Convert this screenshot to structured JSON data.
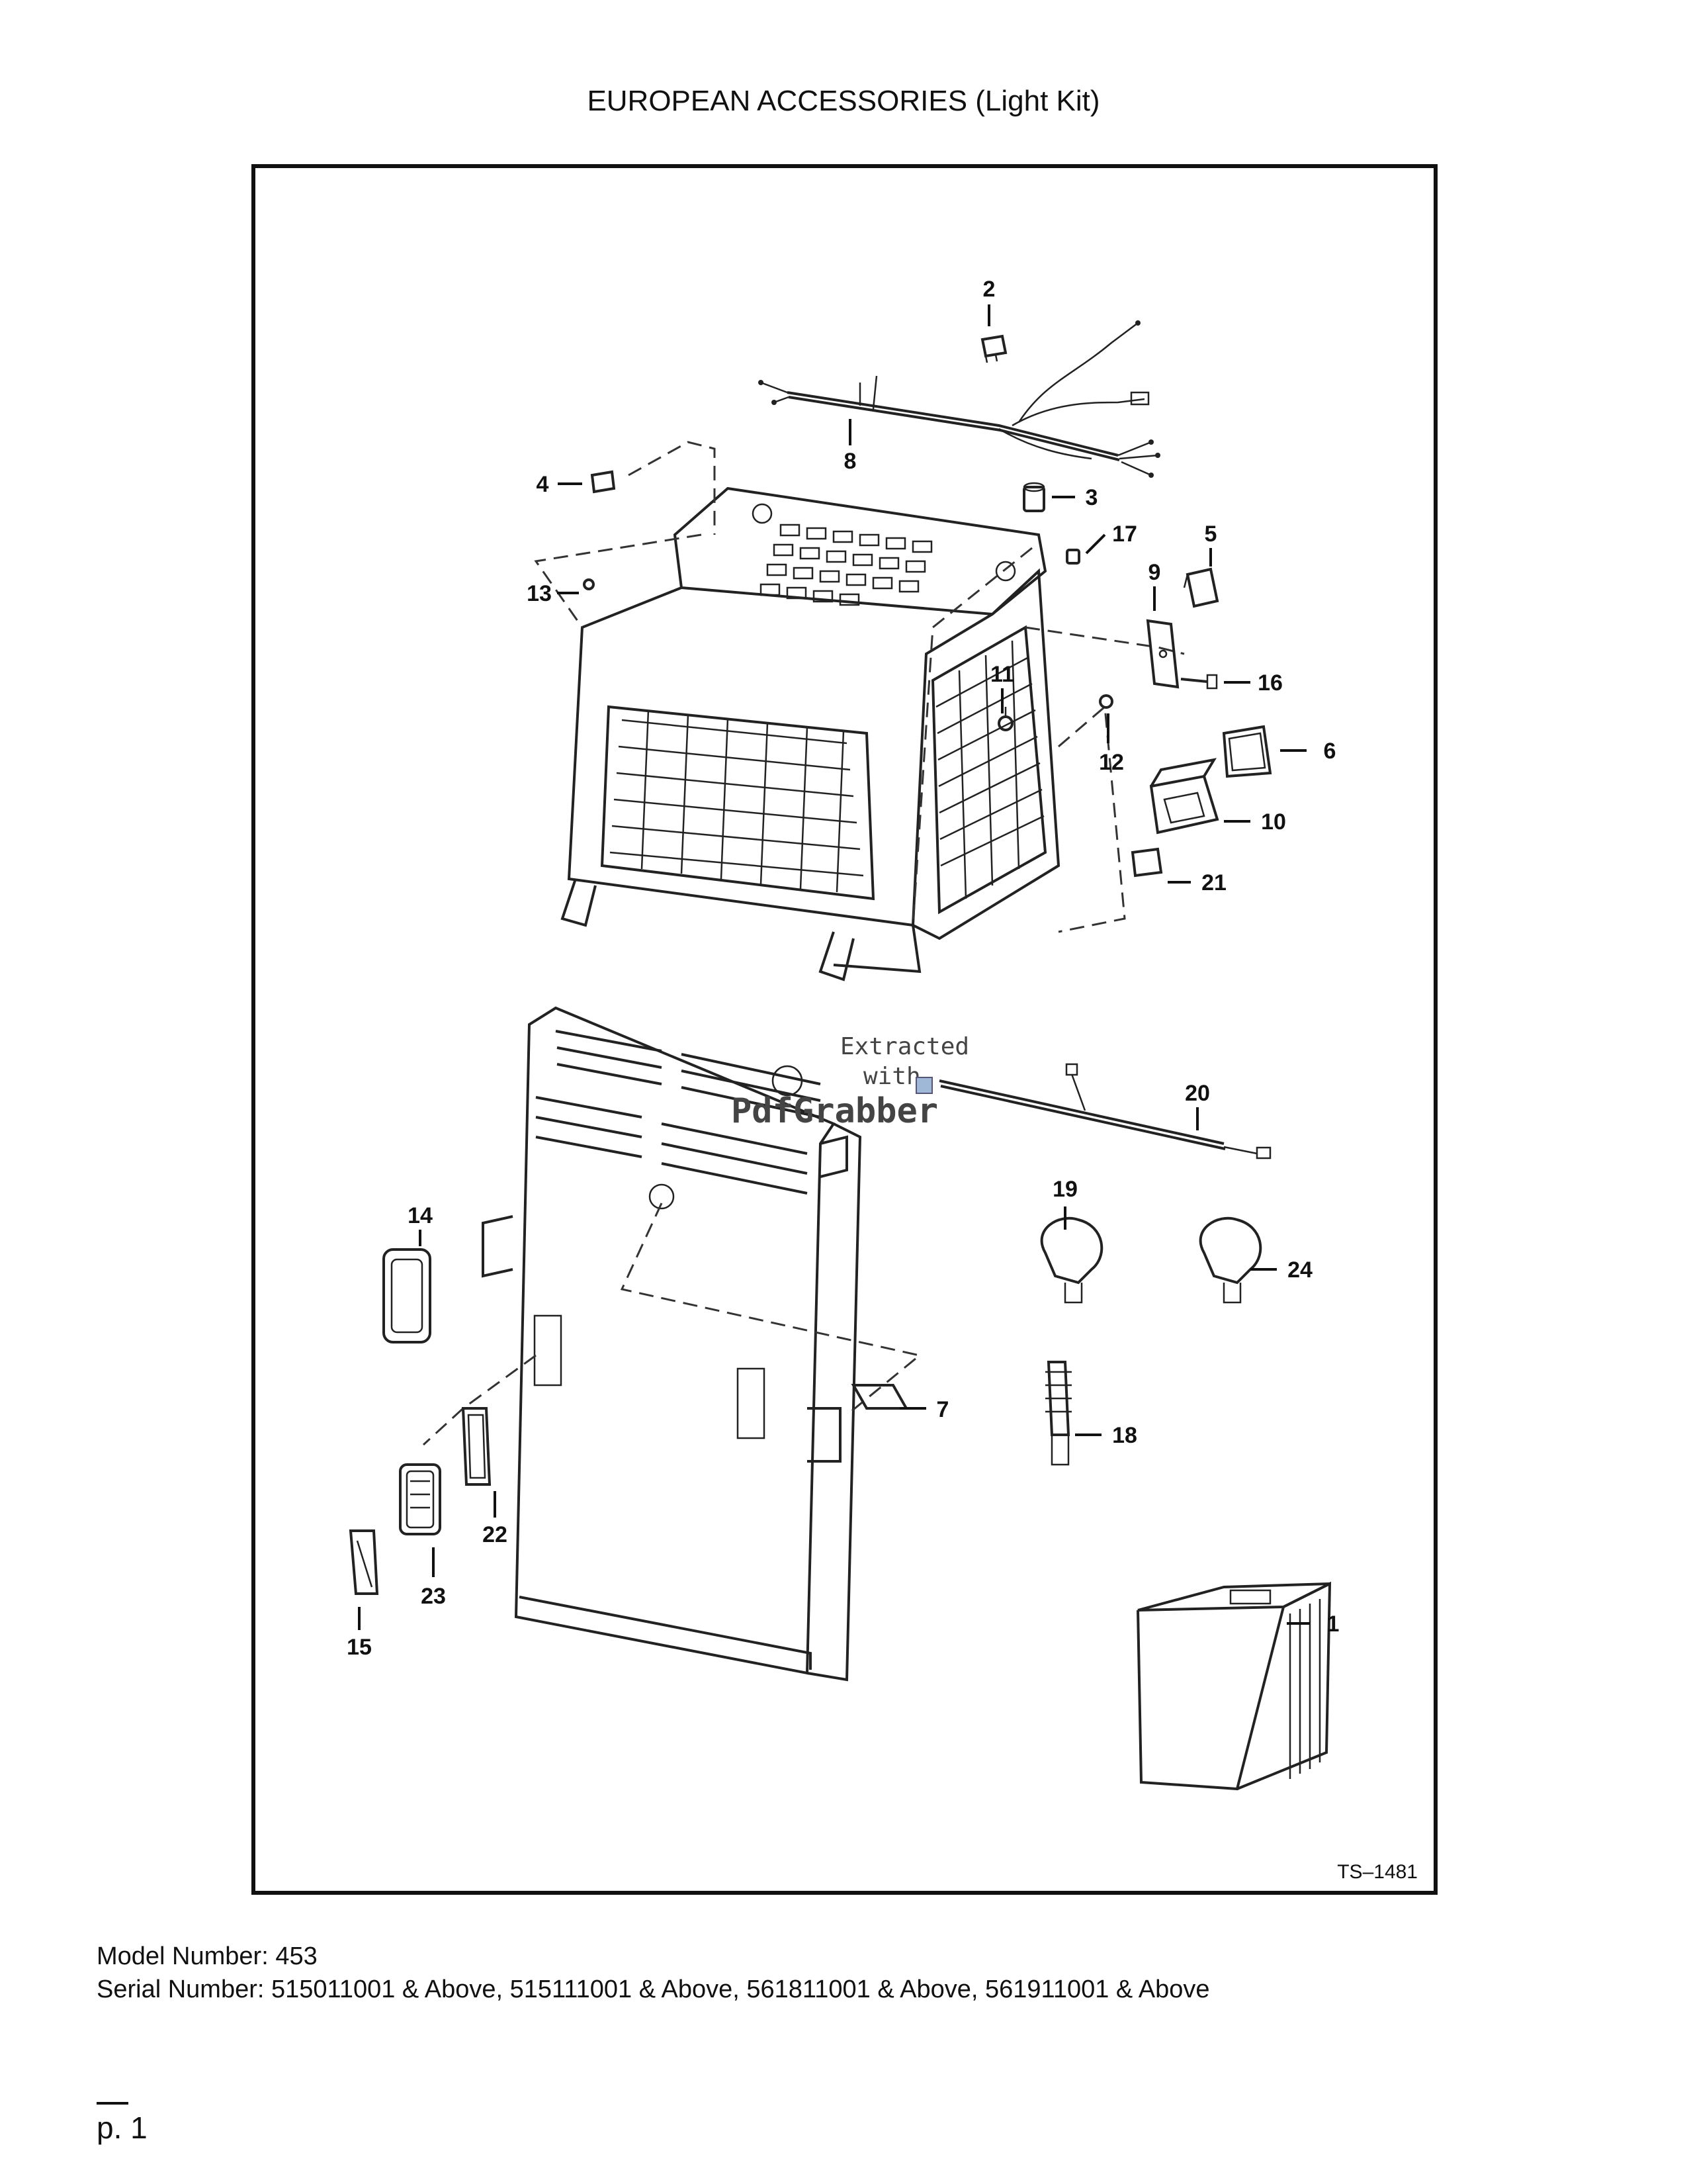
{
  "page": {
    "title": "EUROPEAN ACCESSORIES (Light Kit)",
    "model_number": "Model Number: 453",
    "serial_number": "Serial Number: 515011001 & Above, 515111001 & Above, 561811001 & Above, 561911001 & Above",
    "page_label": "p. 1"
  },
  "diagram": {
    "reference": "TS–1481",
    "watermark": {
      "line1": "Extracted",
      "line2": "with",
      "line3": "PdfGrabber"
    },
    "callouts": [
      "1",
      "2",
      "3",
      "4",
      "5",
      "6",
      "7",
      "8",
      "9",
      "10",
      "11",
      "12",
      "13",
      "14",
      "15",
      "16",
      "17",
      "18",
      "19",
      "20",
      "21",
      "22",
      "23",
      "24"
    ]
  }
}
